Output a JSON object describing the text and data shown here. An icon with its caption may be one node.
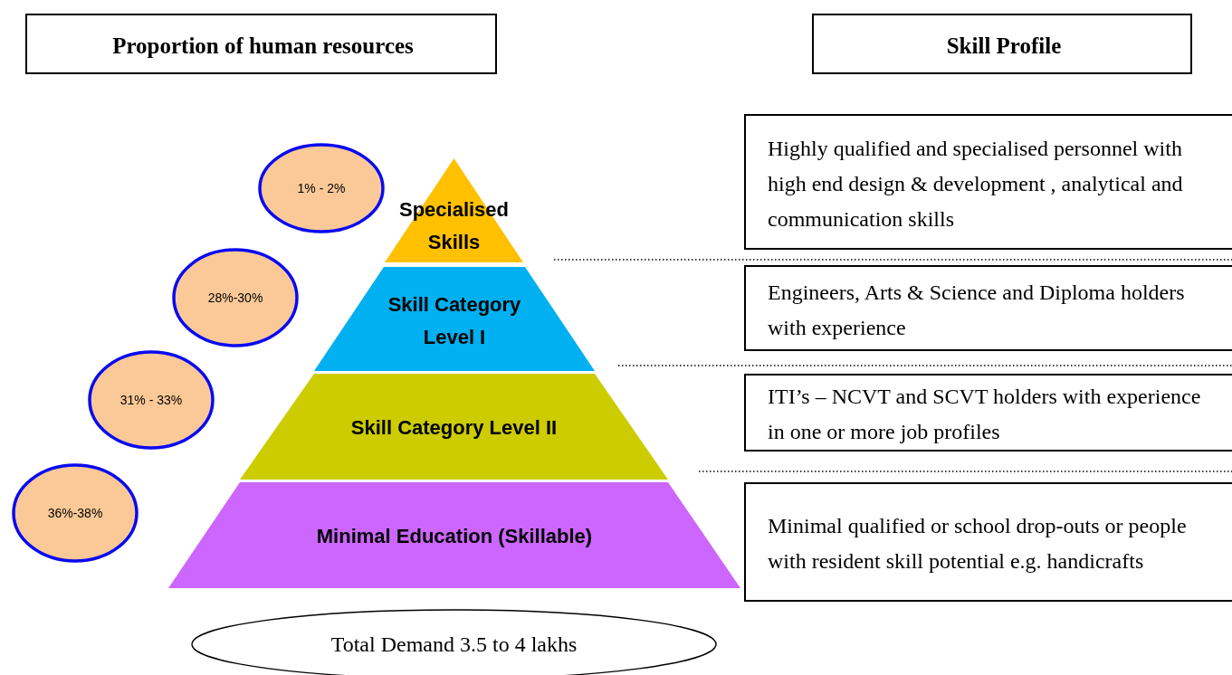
{
  "diagram": {
    "nodes": [
      {
        "text": [
          "Proportion of human resources"
        ]
      },
      {
        "text": [
          "Skill Profile"
        ]
      },
      {
        "text": [
          "1% - 2%"
        ]
      },
      {
        "text": [
          "28%-30%"
        ]
      },
      {
        "text": [
          "31% - 33%"
        ]
      },
      {
        "text": [
          "36%-38%"
        ]
      },
      {
        "text": [
          "Specialised Skills"
        ]
      },
      {
        "text": [
          "Skill Category Level I"
        ]
      },
      {
        "text": [
          "Skill Category Level II"
        ]
      },
      {
        "text": [
          "Minimal Education (Skillable)"
        ]
      },
      {
        "text": [
          "Highly qualified and specialised personnel with high end design & development , analytical and communication skills"
        ]
      },
      {
        "text": [
          "Engineers, Arts & Science and Diploma holders with experience"
        ]
      },
      {
        "text": [
          "ITI’s – NCVT and SCVT holders with experience in one or more job profiles"
        ]
      },
      {
        "text": [
          "Minimal qualified or school drop-outs or people with resident skill potential e.g. handicrafts"
        ]
      },
      {
        "text": [
          "Total Demand 3.5 to 4 lakhs"
        ]
      }
    ]
  }
}
